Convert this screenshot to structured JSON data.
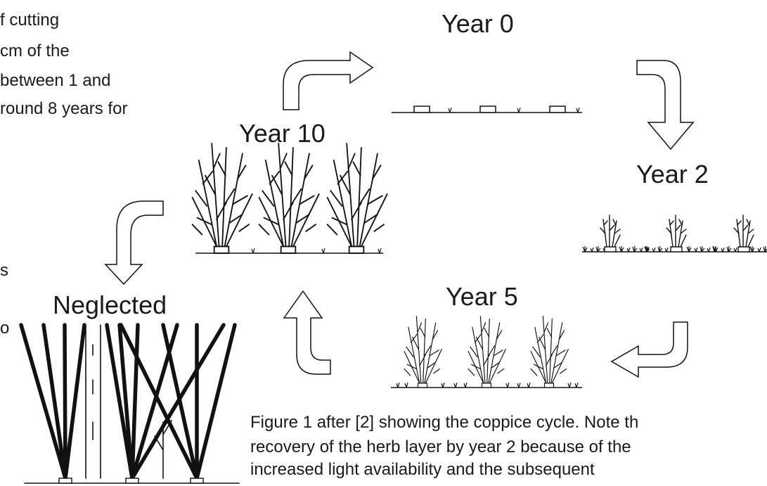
{
  "intro_text": [
    "f cutting",
    "cm of the",
    "between 1 and",
    "round 8 years for"
  ],
  "side_fragments": [
    "s",
    "o"
  ],
  "stage_labels": {
    "year0": "Year 0",
    "year2": "Year 2",
    "year5": "Year 5",
    "year10": "Year 10",
    "neglected": "Neglected"
  },
  "caption": [
    "Figure 1 after [2] showing the coppice cycle. Note th",
    "recovery of the herb layer by year 2 because of the",
    "increased light availability and the subsequent"
  ]
}
